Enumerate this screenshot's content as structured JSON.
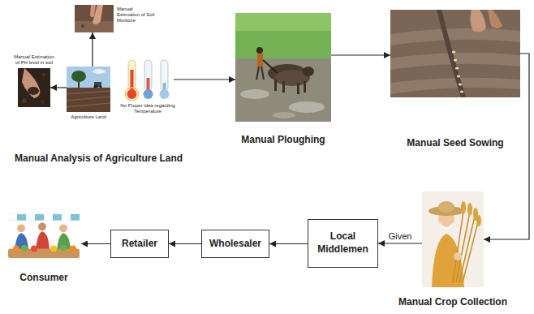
{
  "diagram": {
    "nodes": [
      {
        "text": [
          "Manual Estimation of PH level in soil"
        ]
      },
      {
        "text": [
          "Manual Estimation of Soil Moisture"
        ]
      },
      {
        "text": [
          "Agriculture Land"
        ]
      },
      {
        "text": [
          "No Proper idea regarding Temperature"
        ]
      },
      {
        "text": [
          "Manual Ploughing"
        ]
      },
      {
        "text": [
          "Manual Seed Sowing"
        ]
      },
      {
        "text": [
          "Manual Crop Collection"
        ]
      },
      {
        "text": [
          "Local Middlemen"
        ]
      },
      {
        "text": [
          "Wholesaler"
        ]
      },
      {
        "text": [
          "Retailer"
        ]
      },
      {
        "text": [
          "Consumer"
        ]
      }
    ],
    "edges": [
      {
        "from": 2,
        "to": 0,
        "arrow": "to"
      },
      {
        "from": 2,
        "to": 1,
        "arrow": "to"
      },
      {
        "from": 3,
        "to": 4,
        "arrow": "to"
      },
      {
        "from": 4,
        "to": 5,
        "arrow": "to"
      },
      {
        "from": 5,
        "to": 6,
        "arrow": "to"
      },
      {
        "from": 6,
        "to": 7,
        "label": "Given",
        "arrow": "to"
      },
      {
        "from": 7,
        "to": 8,
        "arrow": "to"
      },
      {
        "from": 8,
        "to": 9,
        "arrow": "to"
      },
      {
        "from": 9,
        "to": 10,
        "arrow": "to"
      }
    ],
    "labels": [
      "Manual Analysis of Agriculture Land"
    ]
  }
}
